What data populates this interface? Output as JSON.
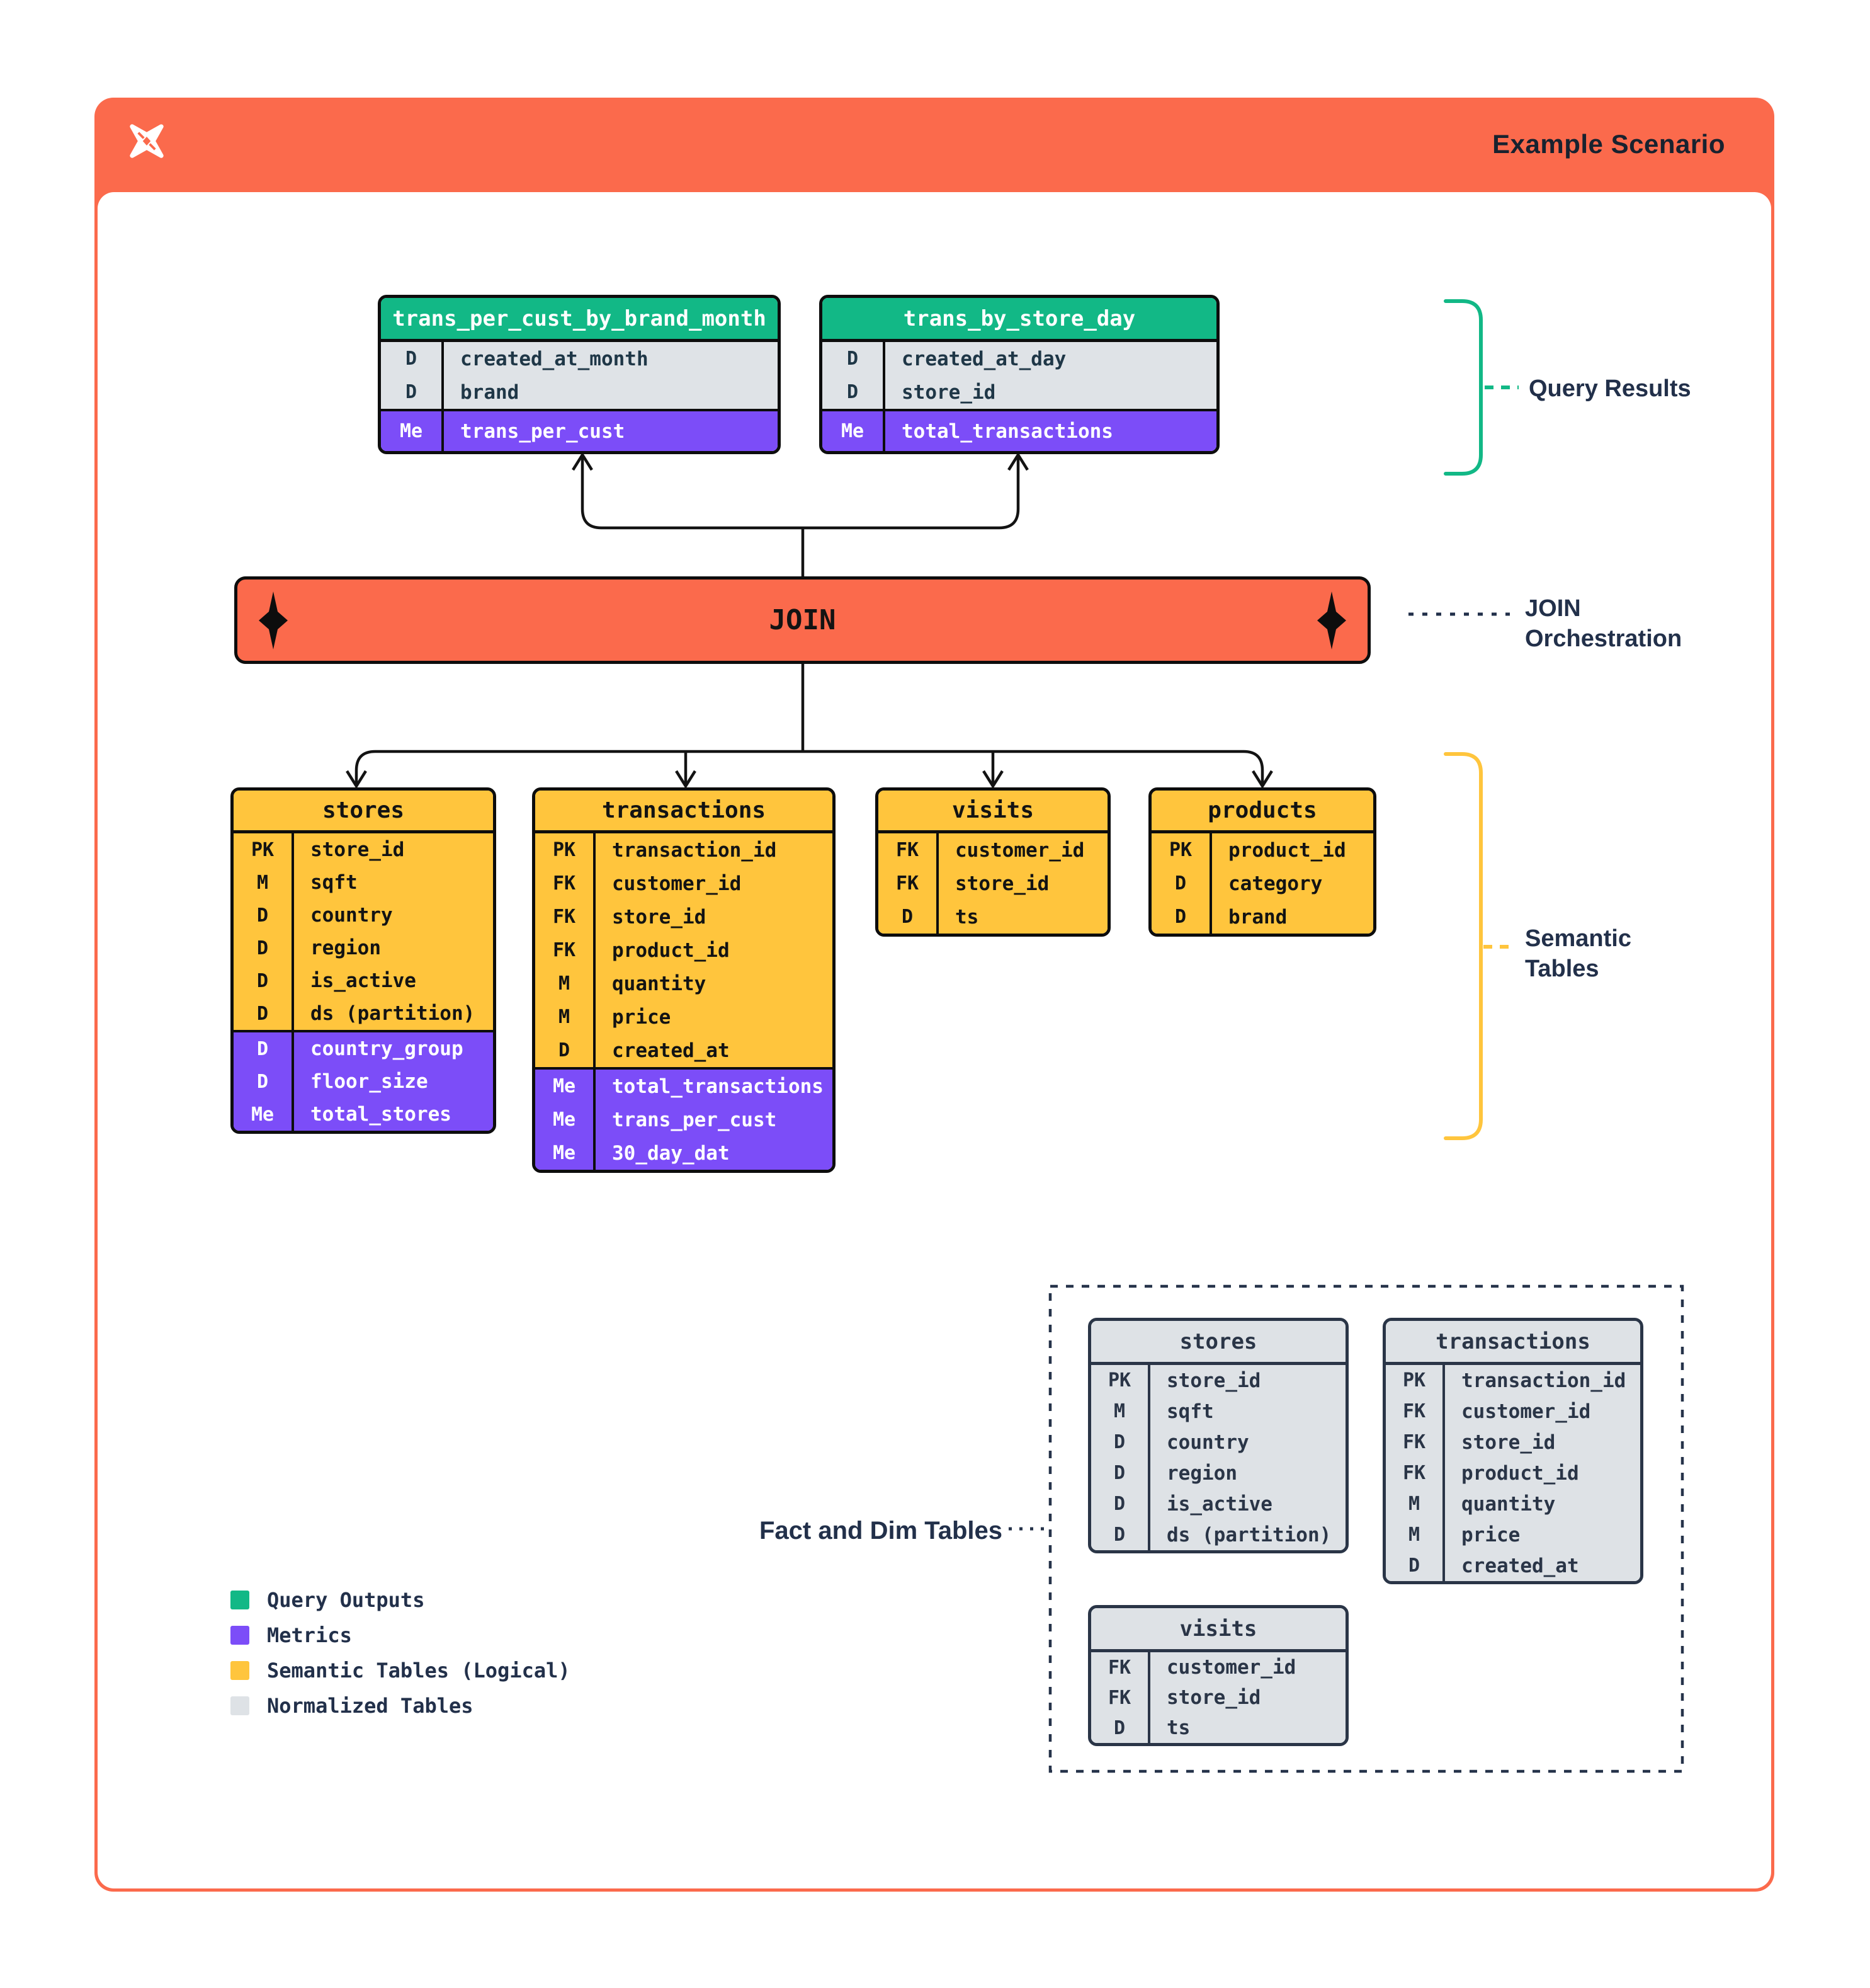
{
  "header": {
    "title": "Example Scenario",
    "logo": "dagster-star-icon"
  },
  "join": {
    "label": "JOIN"
  },
  "annotations": {
    "query_results": "Query Results",
    "join_orchestration_line1": "JOIN",
    "join_orchestration_line2": "Orchestration",
    "semantic_tables_line1": "Semantic",
    "semantic_tables_line2": "Tables",
    "fact_and_dim": "Fact and Dim Tables"
  },
  "colors": {
    "orange": "#FB6A4C",
    "green": "#12B886",
    "purple": "#7C4DF8",
    "yellow": "#FFC53D",
    "table_gray": "#DEE2E6",
    "ink": "#0D0D0D",
    "navy": "#22304A"
  },
  "query_tables": [
    {
      "name": "trans_per_cust_by_brand_month",
      "dim_rows": [
        {
          "key": "D",
          "field": "created_at_month"
        },
        {
          "key": "D",
          "field": "brand"
        }
      ],
      "metric_rows": [
        {
          "key": "Me",
          "field": "trans_per_cust"
        }
      ]
    },
    {
      "name": "trans_by_store_day",
      "dim_rows": [
        {
          "key": "D",
          "field": "created_at_day"
        },
        {
          "key": "D",
          "field": "store_id"
        }
      ],
      "metric_rows": [
        {
          "key": "Me",
          "field": "total_transactions"
        }
      ]
    }
  ],
  "semantic_tables": [
    {
      "name": "stores",
      "dim_rows": [
        {
          "key": "PK",
          "field": "store_id"
        },
        {
          "key": "M",
          "field": "sqft"
        },
        {
          "key": "D",
          "field": "country"
        },
        {
          "key": "D",
          "field": "region"
        },
        {
          "key": "D",
          "field": "is_active"
        },
        {
          "key": "D",
          "field": "ds (partition)"
        }
      ],
      "metric_rows": [
        {
          "key": "D",
          "field": "country_group"
        },
        {
          "key": "D",
          "field": "floor_size"
        },
        {
          "key": "Me",
          "field": "total_stores"
        }
      ]
    },
    {
      "name": "transactions",
      "dim_rows": [
        {
          "key": "PK",
          "field": "transaction_id"
        },
        {
          "key": "FK",
          "field": "customer_id"
        },
        {
          "key": "FK",
          "field": "store_id"
        },
        {
          "key": "FK",
          "field": "product_id"
        },
        {
          "key": "M",
          "field": "quantity"
        },
        {
          "key": "M",
          "field": "price"
        },
        {
          "key": "D",
          "field": "created_at"
        }
      ],
      "metric_rows": [
        {
          "key": "Me",
          "field": "total_transactions"
        },
        {
          "key": "Me",
          "field": "trans_per_cust"
        },
        {
          "key": "Me",
          "field": "30_day_dat"
        }
      ]
    },
    {
      "name": "visits",
      "dim_rows": [
        {
          "key": "FK",
          "field": "customer_id"
        },
        {
          "key": "FK",
          "field": "store_id"
        },
        {
          "key": "D",
          "field": "ts"
        }
      ],
      "metric_rows": []
    },
    {
      "name": "products",
      "dim_rows": [
        {
          "key": "PK",
          "field": "product_id"
        },
        {
          "key": "D",
          "field": "category"
        },
        {
          "key": "D",
          "field": "brand"
        }
      ],
      "metric_rows": []
    }
  ],
  "normalized_tables": [
    {
      "name": "stores",
      "dim_rows": [
        {
          "key": "PK",
          "field": "store_id"
        },
        {
          "key": "M",
          "field": "sqft"
        },
        {
          "key": "D",
          "field": "country"
        },
        {
          "key": "D",
          "field": "region"
        },
        {
          "key": "D",
          "field": "is_active"
        },
        {
          "key": "D",
          "field": "ds (partition)"
        }
      ]
    },
    {
      "name": "transactions",
      "dim_rows": [
        {
          "key": "PK",
          "field": "transaction_id"
        },
        {
          "key": "FK",
          "field": "customer_id"
        },
        {
          "key": "FK",
          "field": "store_id"
        },
        {
          "key": "FK",
          "field": "product_id"
        },
        {
          "key": "M",
          "field": "quantity"
        },
        {
          "key": "M",
          "field": "price"
        },
        {
          "key": "D",
          "field": "created_at"
        }
      ]
    },
    {
      "name": "visits",
      "dim_rows": [
        {
          "key": "FK",
          "field": "customer_id"
        },
        {
          "key": "FK",
          "field": "store_id"
        },
        {
          "key": "D",
          "field": "ts"
        }
      ]
    }
  ],
  "legend": [
    {
      "label": "Query Outputs",
      "color": "#12B886"
    },
    {
      "label": "Metrics",
      "color": "#7C4DF8"
    },
    {
      "label": "Semantic Tables (Logical)",
      "color": "#FFC53D"
    },
    {
      "label": "Normalized Tables",
      "color": "#DEE2E6"
    }
  ]
}
